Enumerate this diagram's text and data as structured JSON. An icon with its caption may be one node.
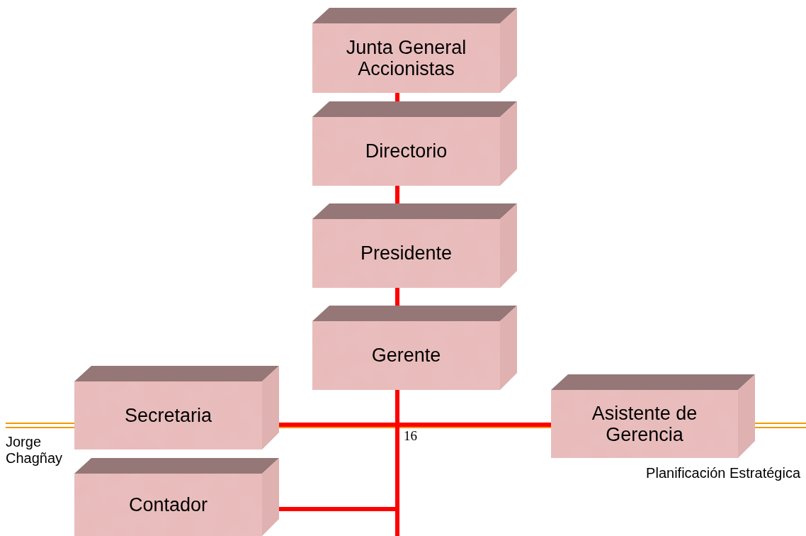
{
  "diagram": {
    "nodes": [
      {
        "text": [
          "Junta General Accionistas"
        ]
      },
      {
        "text": [
          "Directorio"
        ]
      },
      {
        "text": [
          "Presidente"
        ]
      },
      {
        "text": [
          "Gerente"
        ]
      },
      {
        "text": [
          "Secretaria"
        ]
      },
      {
        "text": [
          "Asistente de Gerencia"
        ]
      },
      {
        "text": [
          "Contador"
        ]
      }
    ],
    "edges": [
      {
        "from": 0,
        "to": 1,
        "arrow": "none",
        "color": "#ff0000"
      },
      {
        "from": 1,
        "to": 2,
        "arrow": "none",
        "color": "#ff0000"
      },
      {
        "from": 2,
        "to": 3,
        "arrow": "none",
        "color": "#ff0000"
      },
      {
        "from": 3,
        "to": 4,
        "arrow": "none",
        "color": "#ff0000"
      },
      {
        "from": 3,
        "to": 5,
        "arrow": "none",
        "color": "#ff0000"
      },
      {
        "from": 3,
        "to": 6,
        "arrow": "none",
        "color": "#ff0000"
      },
      {
        "from": 3,
        "to": null,
        "arrow": "none",
        "color": "#ff0000"
      }
    ],
    "labels": [
      "16",
      "Jorge Chagñay",
      "Planificación Estratégica"
    ]
  }
}
